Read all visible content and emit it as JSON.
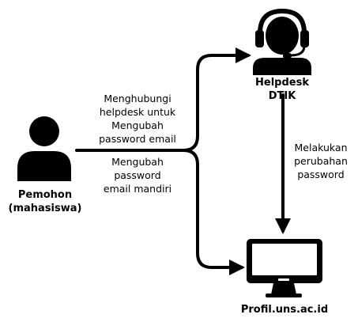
{
  "nodes": {
    "requester": {
      "label_line1": "Pemohon",
      "label_line2": "(mahasiswa)",
      "icon": "person-icon"
    },
    "helpdesk": {
      "label_line1": "Helpdesk",
      "label_line2": "DTIK",
      "icon": "headset-support-icon"
    },
    "profile_site": {
      "label": "Profil.uns.ac.id",
      "icon": "monitor-icon"
    }
  },
  "edges": {
    "to_helpdesk": {
      "lines": [
        "Menghubungi",
        "helpdesk untuk",
        "Mengubah",
        "password email"
      ]
    },
    "self_service": {
      "lines": [
        "Mengubah",
        "password",
        "email mandiri"
      ]
    },
    "helpdesk_to_site": {
      "lines": [
        "Melakukan",
        "perubahan",
        "password"
      ]
    }
  },
  "colors": {
    "ink": "#000000",
    "background": "#ffffff"
  }
}
